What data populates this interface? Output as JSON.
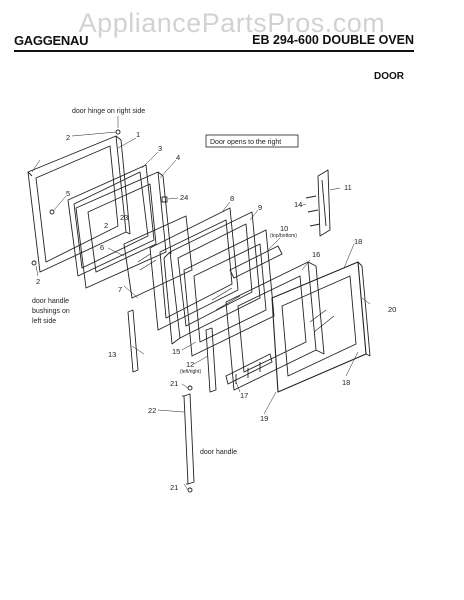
{
  "watermark": "AppliancePartsPros.com",
  "header": {
    "brand": "GAGGENAU",
    "model": "EB 294-600 DOUBLE OVEN",
    "section": "DOOR"
  },
  "notes": {
    "hinge": "door hinge on right side",
    "opens": "Door opens to the right",
    "bushing_1": "door handle",
    "bushing_2": "bushings on",
    "bushing_3": "left side",
    "handle": "door handle"
  },
  "labels": {
    "p1": "1",
    "p2a": "2",
    "p2b": "2",
    "p2c": "2",
    "p3": "3",
    "p4": "4",
    "p5": "5",
    "p6": "6",
    "p7": "7",
    "p8": "8",
    "p9": "9",
    "p10": "10",
    "p10sub": "(top/bottom)",
    "p11": "11",
    "p12": "12",
    "p12sub": "(left/right)",
    "p13": "13",
    "p14": "14",
    "p15": "15",
    "p16": "16",
    "p17": "17",
    "p18a": "18",
    "p18b": "18",
    "p19": "19",
    "p20": "20",
    "p21a": "21",
    "p21b": "21",
    "p22": "22",
    "p23": "23",
    "p24": "24"
  }
}
